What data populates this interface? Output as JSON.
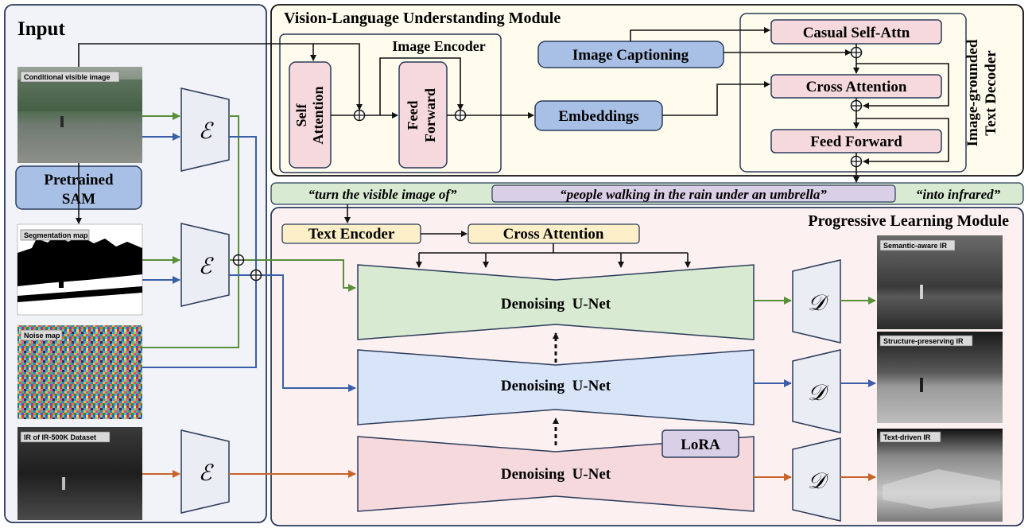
{
  "panels": {
    "input_title": "Input",
    "vlu_title": "Vision-Language Understanding Module",
    "plm_title": "Progressive Learning Module",
    "image_encoder_title": "Image Encoder",
    "text_decoder_title_1": "Image-grounded",
    "text_decoder_title_2": "Text Decoder"
  },
  "inputs": {
    "visible_label": "Conditional visible image",
    "seg_label": "Segmentation map",
    "noise_label": "Noise map",
    "ir_label": "IR of IR-500K Dataset",
    "sam_line1": "Pretrained",
    "sam_line2": "SAM"
  },
  "symbols": {
    "encoder": "ℰ",
    "decoder": "𝒟",
    "add": "⊕"
  },
  "vlu": {
    "self_attn_1": "Self",
    "self_attn_2": "Attention",
    "ff_1": "Feed",
    "ff_2": "Forward",
    "image_captioning": "Image Captioning",
    "embeddings": "Embeddings",
    "casual_self_attn": "Casual Self-Attn",
    "cross_attention": "Cross Attention",
    "feed_forward": "Feed Forward"
  },
  "prompt": {
    "part1": "“turn the visible image of”",
    "part2": "“people walking in the rain under an umbrella”",
    "part3": "“into infrared”"
  },
  "plm": {
    "text_encoder": "Text Encoder",
    "cross_attention": "Cross Attention",
    "unet_1": "Denoising  U-Net",
    "unet_2": "Denoising  U-Net",
    "unet_3": "Denoising  U-Net",
    "lora": "LoRA"
  },
  "outputs": {
    "semantic": "Semantic-aware IR",
    "structure": "Structure-preserving IR",
    "text_driven": "Text-driven IR"
  },
  "colors": {
    "green_path": "#5a8f3a",
    "blue_path": "#3a5fa8",
    "orange_path": "#c8642a",
    "encoder_fill": "#eaedf4",
    "pink_box": "#f6d9dc",
    "blue_box": "#a9c0e6",
    "yellow_box": "#fdf0c8",
    "prompt_green": "#d8ead1",
    "prompt_purple": "#d9cfe6"
  }
}
